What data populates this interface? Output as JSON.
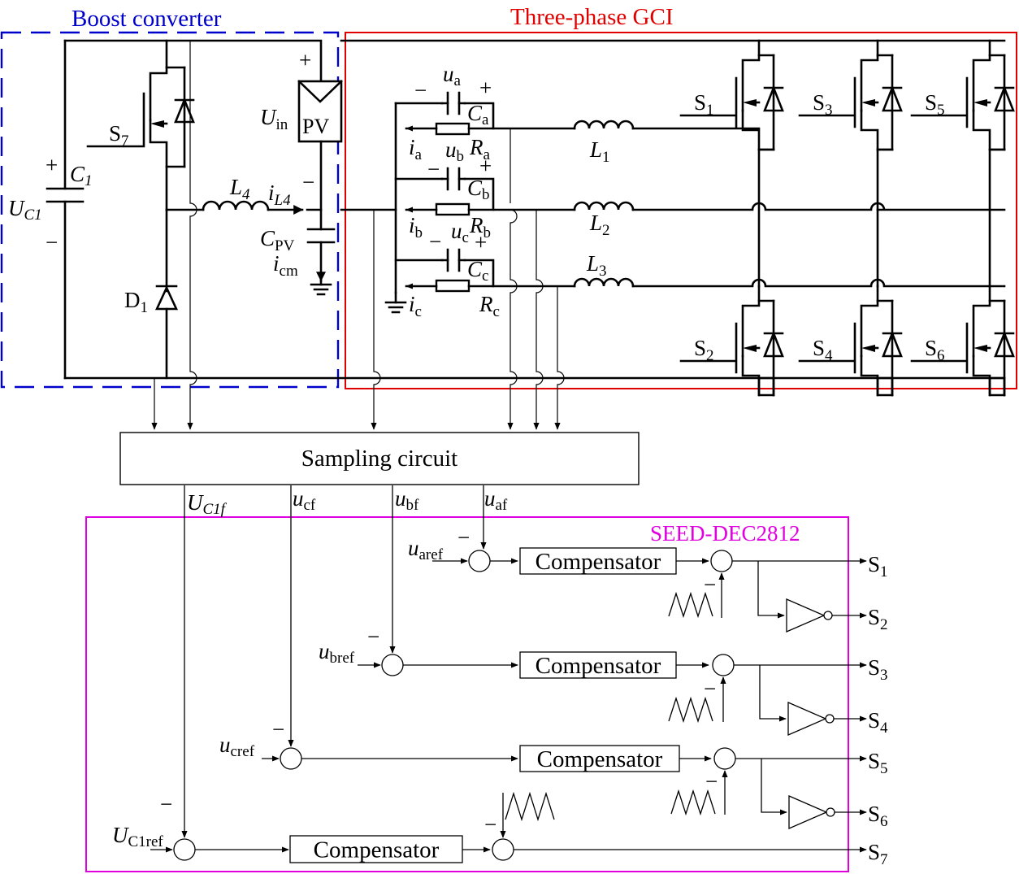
{
  "regions": {
    "boost_title": "Boost converter",
    "gci_title": "Three-phase GCI",
    "dsp_title": "SEED-DEC2812",
    "boost_color": "#0000cc",
    "gci_color": "#e00000",
    "dsp_color": "#e000e0"
  },
  "boost": {
    "uc1": "U",
    "uc1_sub": "C1",
    "c1": "C",
    "c1_sub": "1",
    "s7": "S",
    "s7_sub": "7",
    "d1": "D",
    "d1_sub": "1",
    "l4": "L",
    "l4_sub": "4",
    "il4": "i",
    "il4_sub": "L4",
    "uin": "U",
    "uin_sub": "in",
    "pv": "PV",
    "cpv": "C",
    "cpv_sub": "PV",
    "icm": "i",
    "icm_sub": "cm",
    "plus": "+",
    "minus": "−"
  },
  "filter": {
    "ua": "u",
    "ua_sub": "a",
    "ub": "u",
    "ub_sub": "b",
    "uc": "u",
    "uc_sub": "c",
    "ca": "C",
    "ca_sub": "a",
    "cb": "C",
    "cb_sub": "b",
    "cc": "C",
    "cc_sub": "c",
    "ra": "R",
    "ra_sub": "a",
    "rb": "R",
    "rb_sub": "b",
    "rc": "R",
    "rc_sub": "c",
    "ia": "i",
    "ia_sub": "a",
    "ib": "i",
    "ib_sub": "b",
    "ic": "i",
    "ic_sub": "c",
    "l1": "L",
    "l1_sub": "1",
    "l2": "L",
    "l2_sub": "2",
    "l3": "L",
    "l3_sub": "3"
  },
  "switches": [
    {
      "name": "S",
      "sub": "1"
    },
    {
      "name": "S",
      "sub": "3"
    },
    {
      "name": "S",
      "sub": "5"
    },
    {
      "name": "S",
      "sub": "2"
    },
    {
      "name": "S",
      "sub": "4"
    },
    {
      "name": "S",
      "sub": "6"
    }
  ],
  "sampling": {
    "label": "Sampling circuit",
    "uc1f": "U",
    "uc1f_sub": "C1f",
    "ucf": "u",
    "ucf_sub": "cf",
    "ubf": "u",
    "ubf_sub": "bf",
    "uaf": "u",
    "uaf_sub": "af"
  },
  "control": {
    "aref": "u",
    "aref_sub": "aref",
    "bref": "u",
    "bref_sub": "bref",
    "cref": "u",
    "cref_sub": "cref",
    "c1ref": "U",
    "c1ref_sub": "C1ref",
    "compensator": [
      "Compensator",
      "Compensator",
      "Compensator",
      "Compensator"
    ],
    "outputs": [
      {
        "name": "S",
        "sub": "1"
      },
      {
        "name": "S",
        "sub": "2"
      },
      {
        "name": "S",
        "sub": "3"
      },
      {
        "name": "S",
        "sub": "4"
      },
      {
        "name": "S",
        "sub": "5"
      },
      {
        "name": "S",
        "sub": "6"
      },
      {
        "name": "S",
        "sub": "7"
      }
    ],
    "minus": "−"
  }
}
